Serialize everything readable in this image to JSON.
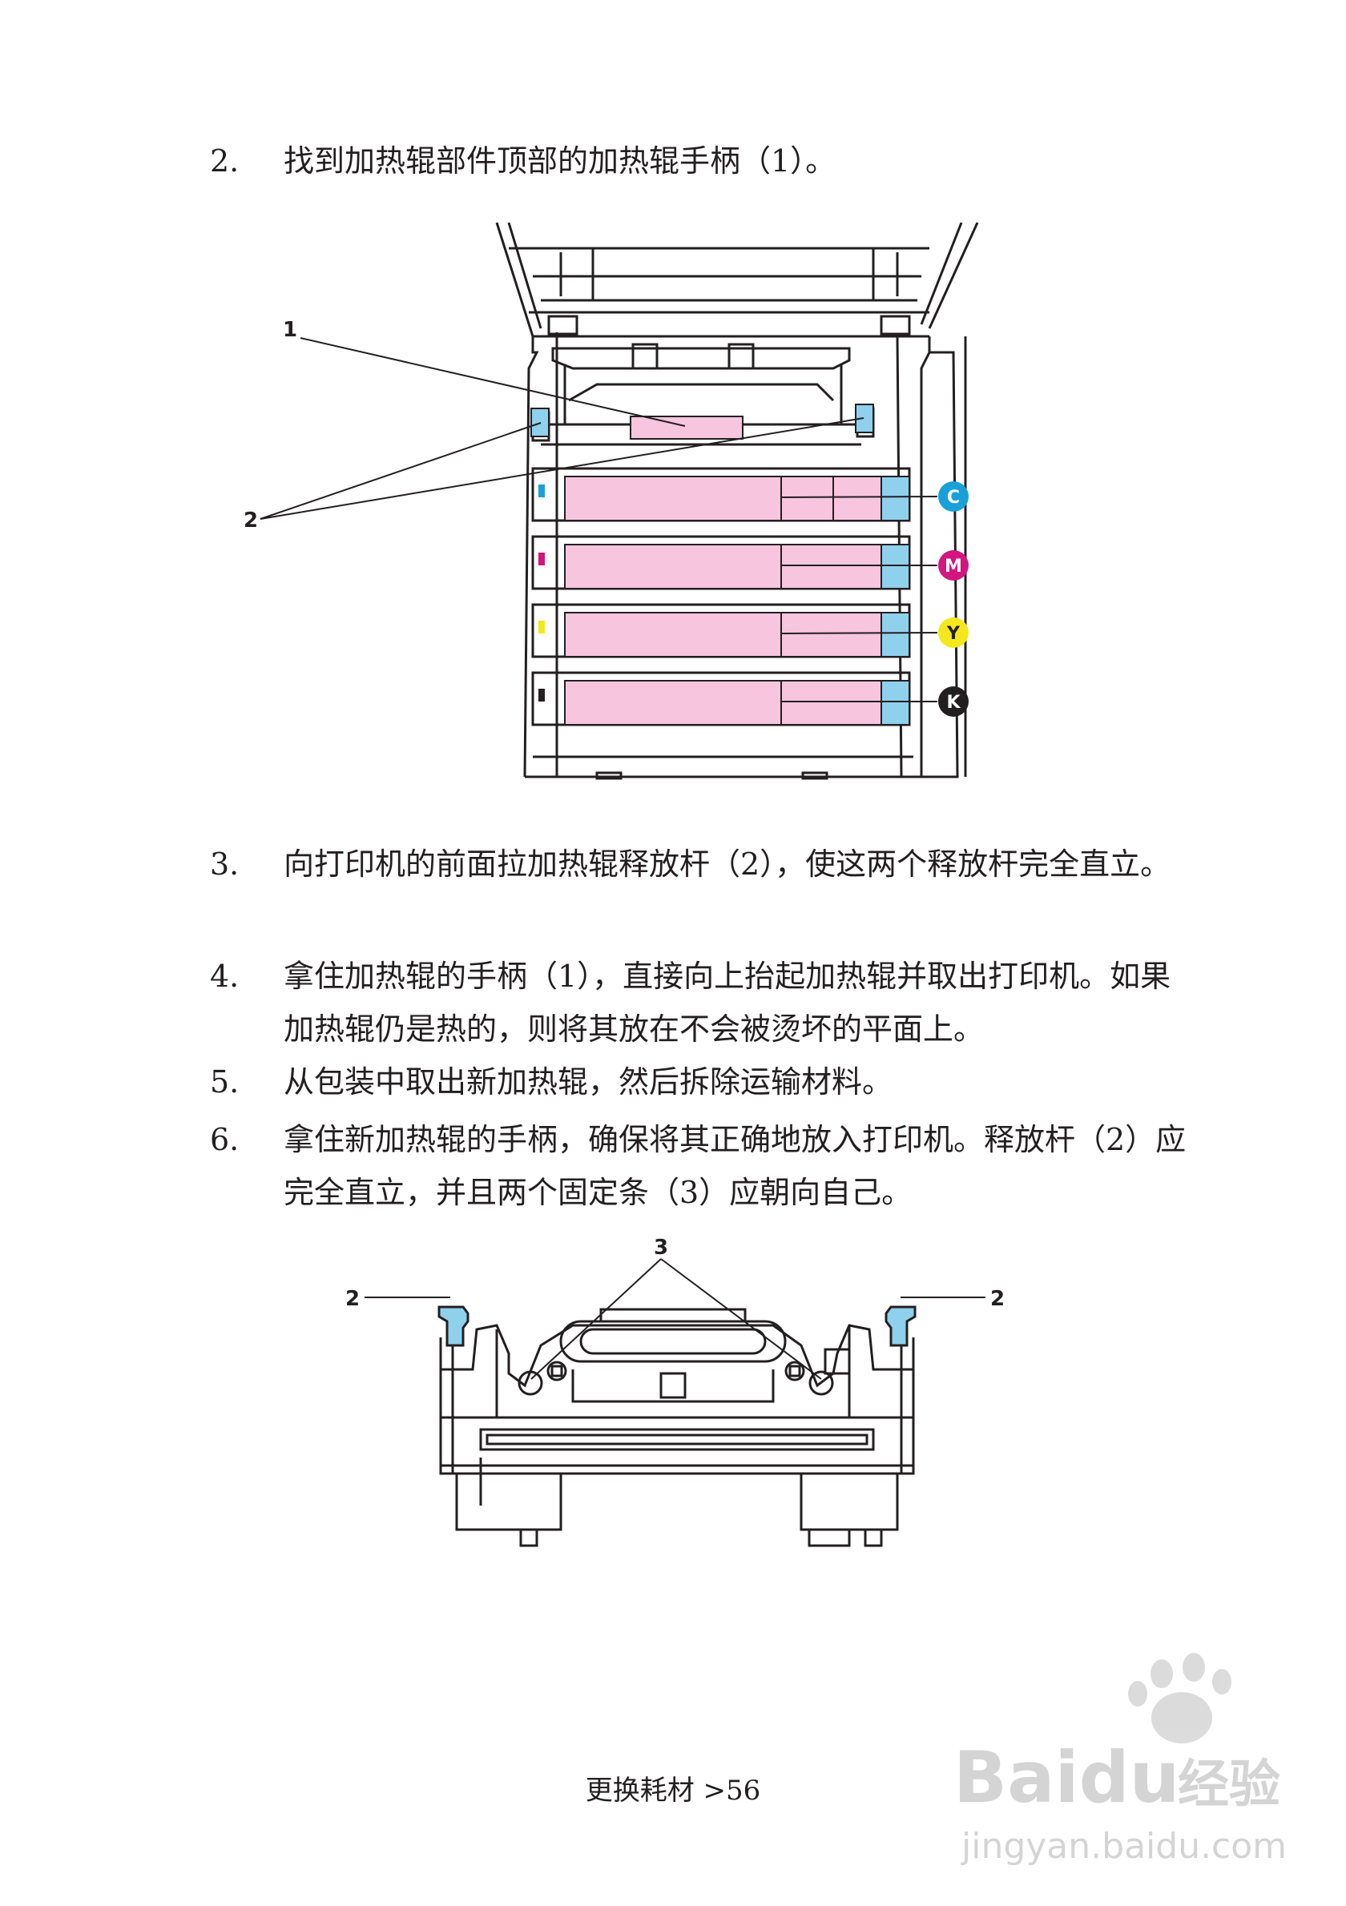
{
  "steps": [
    {
      "number": "2.",
      "text": "找到加热辊部件顶部的加热辊手柄（1）。"
    },
    {
      "number": "3.",
      "text": "向打印机的前面拉加热辊释放杆（2），使这两个释放杆完全直立。"
    },
    {
      "number": "4.",
      "text": "拿住加热辊的手柄（1），直接向上抬起加热辊并取出打印机。如果加热辊仍是热的，则将其放在不会被烫坏的平面上。"
    },
    {
      "number": "5.",
      "text": "从包装中取出新加热辊，然后拆除运输材料。"
    },
    {
      "number": "6.",
      "text": "拿住新加热辊的手柄，确保将其正确地放入打印机。释放杆（2）应完全直立，并且两个固定条（3）应朝向自己。"
    }
  ],
  "figure1": {
    "callouts": {
      "handle": "1",
      "release_levers": "2"
    },
    "cartridges": [
      {
        "label": "C",
        "color": "#1aa0d8"
      },
      {
        "label": "M",
        "color": "#d4147f"
      },
      {
        "label": "Y",
        "color": "#f4e81c"
      },
      {
        "label": "K",
        "color": "#231f20"
      }
    ],
    "highlight_pink": "#f7c6de",
    "highlight_blue": "#8fd0ec"
  },
  "figure2": {
    "callouts": {
      "left_lever": "2",
      "right_lever": "2",
      "retaining_clips": "3"
    }
  },
  "footer": "更换耗材 >56",
  "watermark": {
    "brand": "Baidu",
    "brand_cn": "经验",
    "url": "jingyan.baidu.com"
  }
}
